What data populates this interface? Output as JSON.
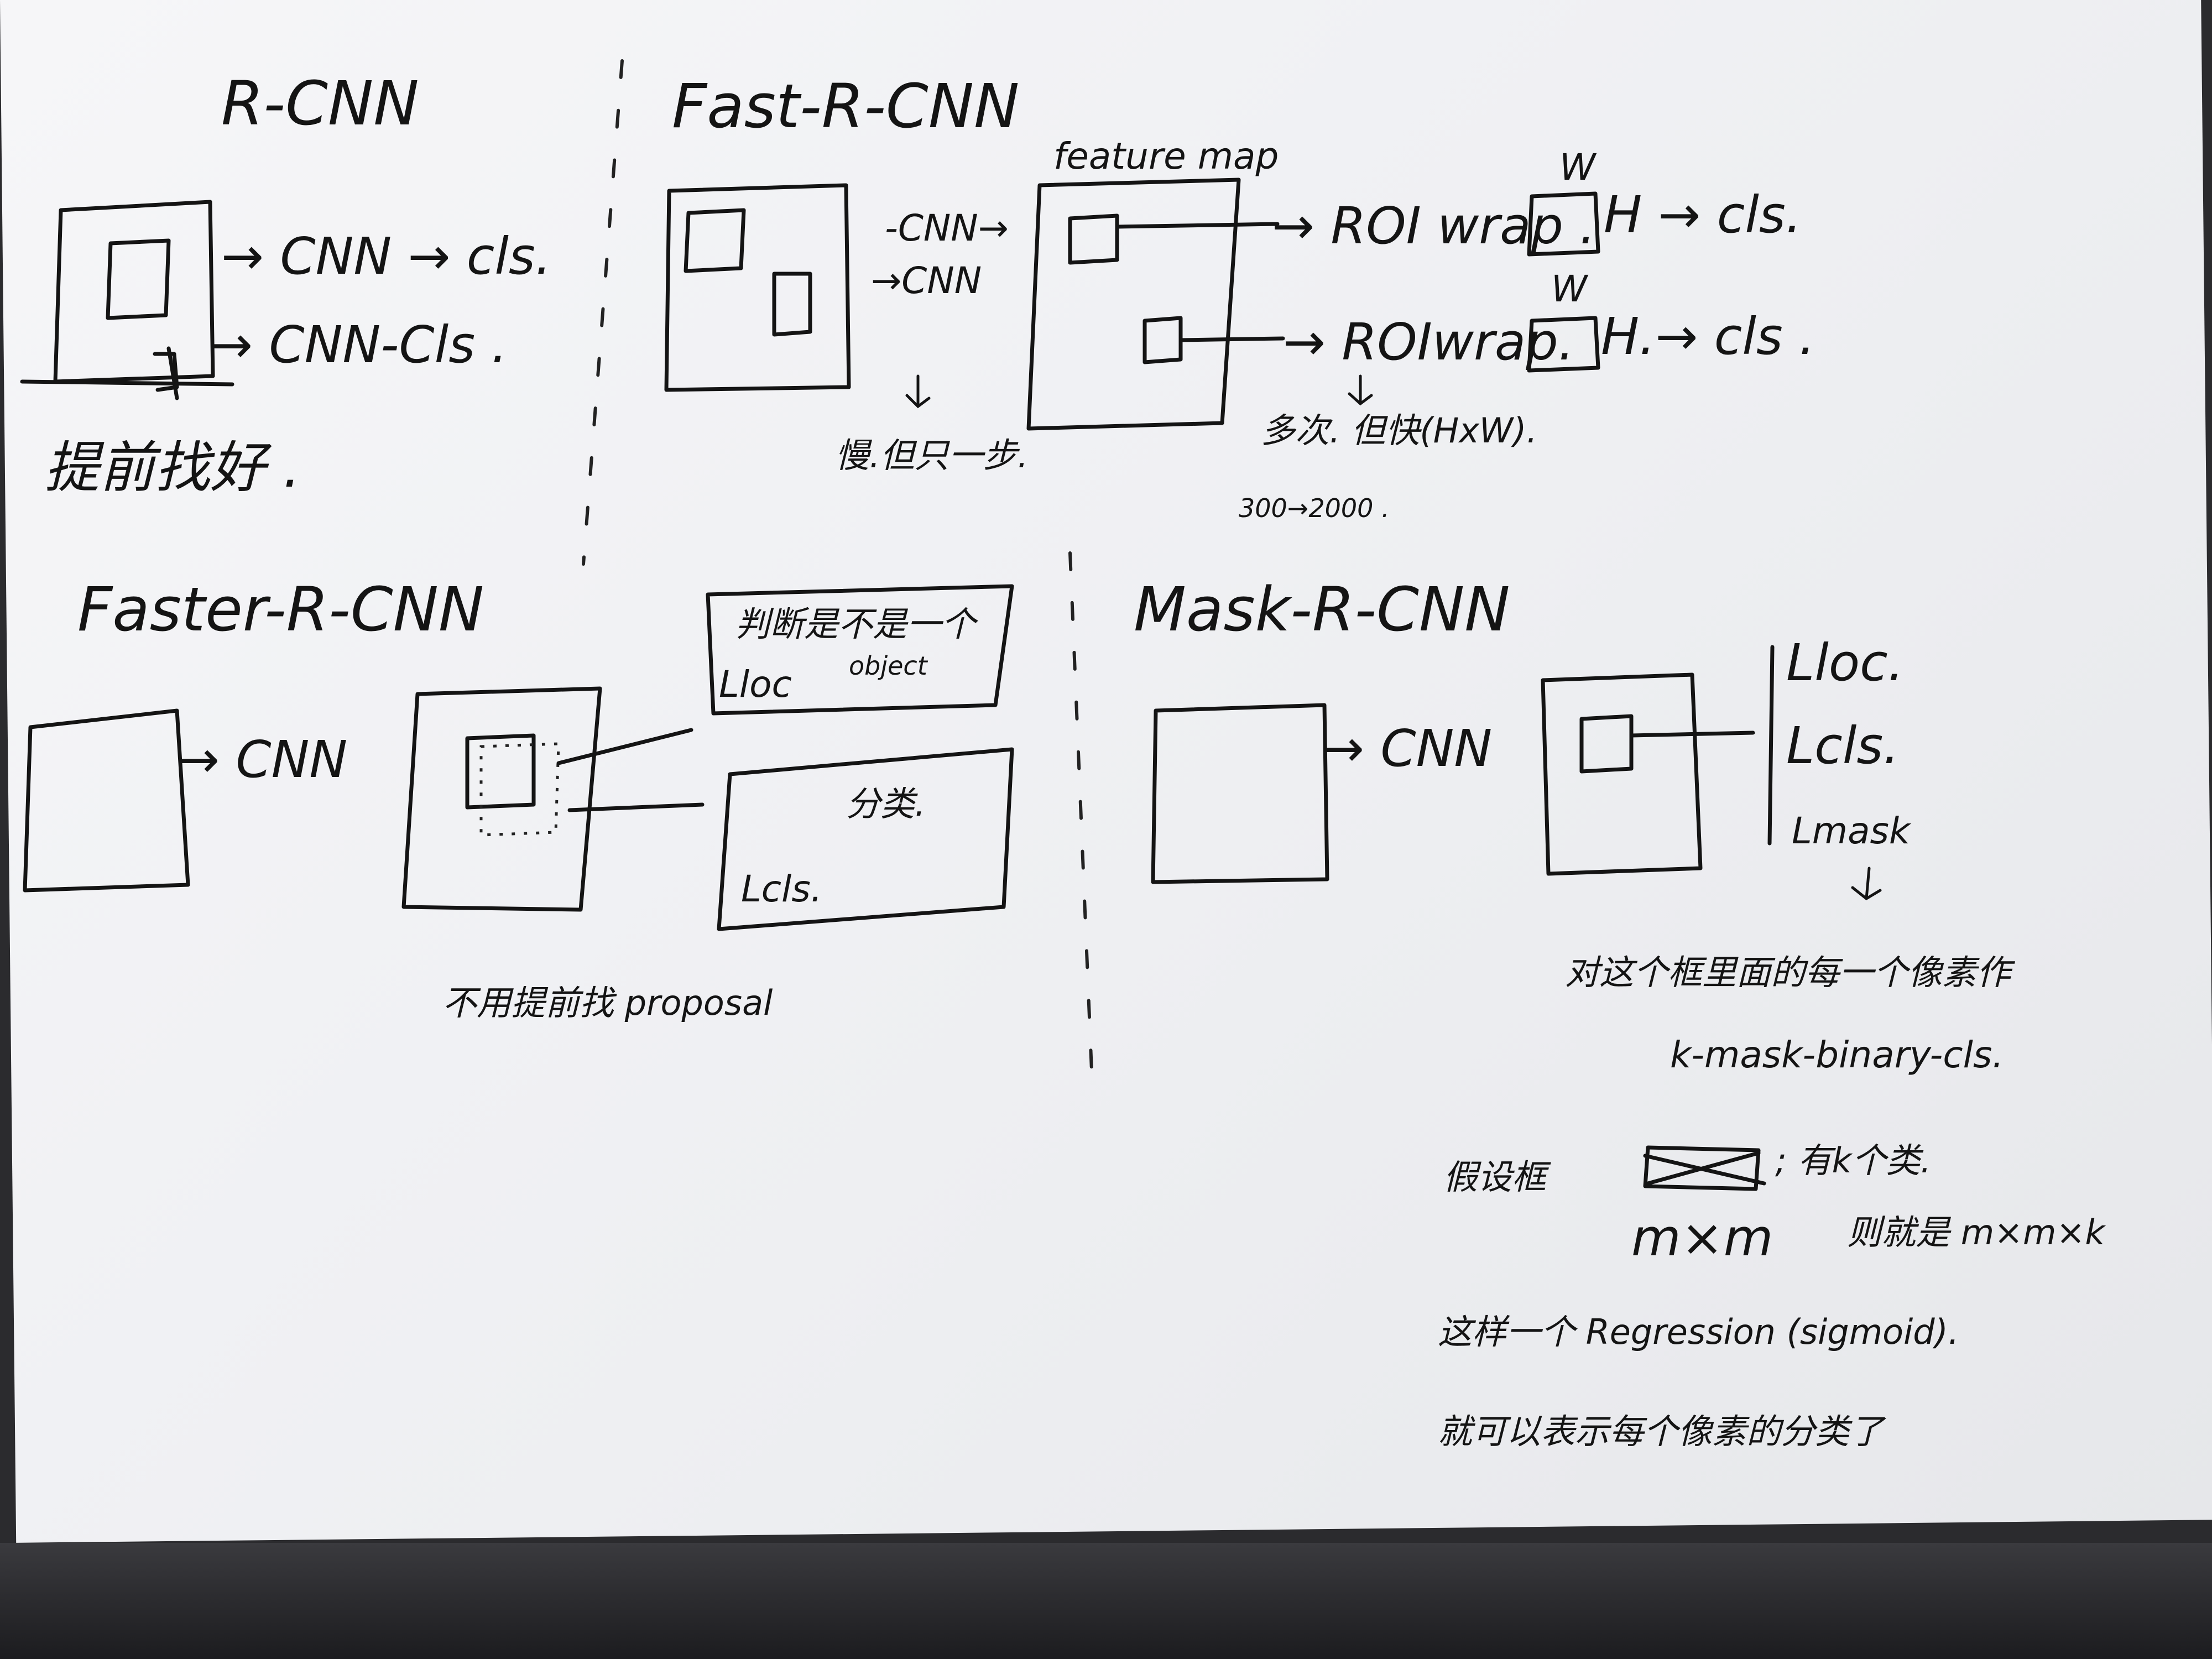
{
  "sections": {
    "rcnn": {
      "title": "R-CNN",
      "flow1": "→ CNN → cls.",
      "flow2": "→ CNN-Cls .",
      "note": "提前找好 ."
    },
    "fast": {
      "title": "Fast-R-CNN",
      "cnn1": "-CNN→",
      "cnn2": "→CNN",
      "feature_map": "feature map",
      "roi1": "→ ROI wrap .",
      "roi2": "→ ROIwrap.",
      "w1": "W",
      "w2": "W",
      "h_cls1": "H → cls.",
      "h_cls2": "H.→ cls .",
      "slow_note": "慢.但只一步.",
      "multi_note": "多次. 但快(HxW).",
      "range_note": "300→2000 ."
    },
    "faster": {
      "title": "Faster-R-CNN",
      "cnn": "→ CNN",
      "box1_line1": "判断是不是一个",
      "box1_line2": "Lloc",
      "box1_line3": "object",
      "box2_text": "分类.",
      "box2_loss": "Lcls.",
      "note": "不用提前找 proposal"
    },
    "mask": {
      "title": "Mask-R-CNN",
      "cnn": "→ CNN",
      "l_loc": "Lloc.",
      "l_cls": "Lcls.",
      "l_mask": "Lmask",
      "note1": "对这个框里面的每一个像素作",
      "note2": "k-mask-binary-cls.",
      "note3a": "假设框",
      "note3b": "; 有k个类.",
      "note4a": "m×m",
      "note4b": "则就是 m×m×k",
      "note5": "这样一个 Regression (sigmoid).",
      "note6": "就可以表示每个像素的分类了"
    }
  }
}
